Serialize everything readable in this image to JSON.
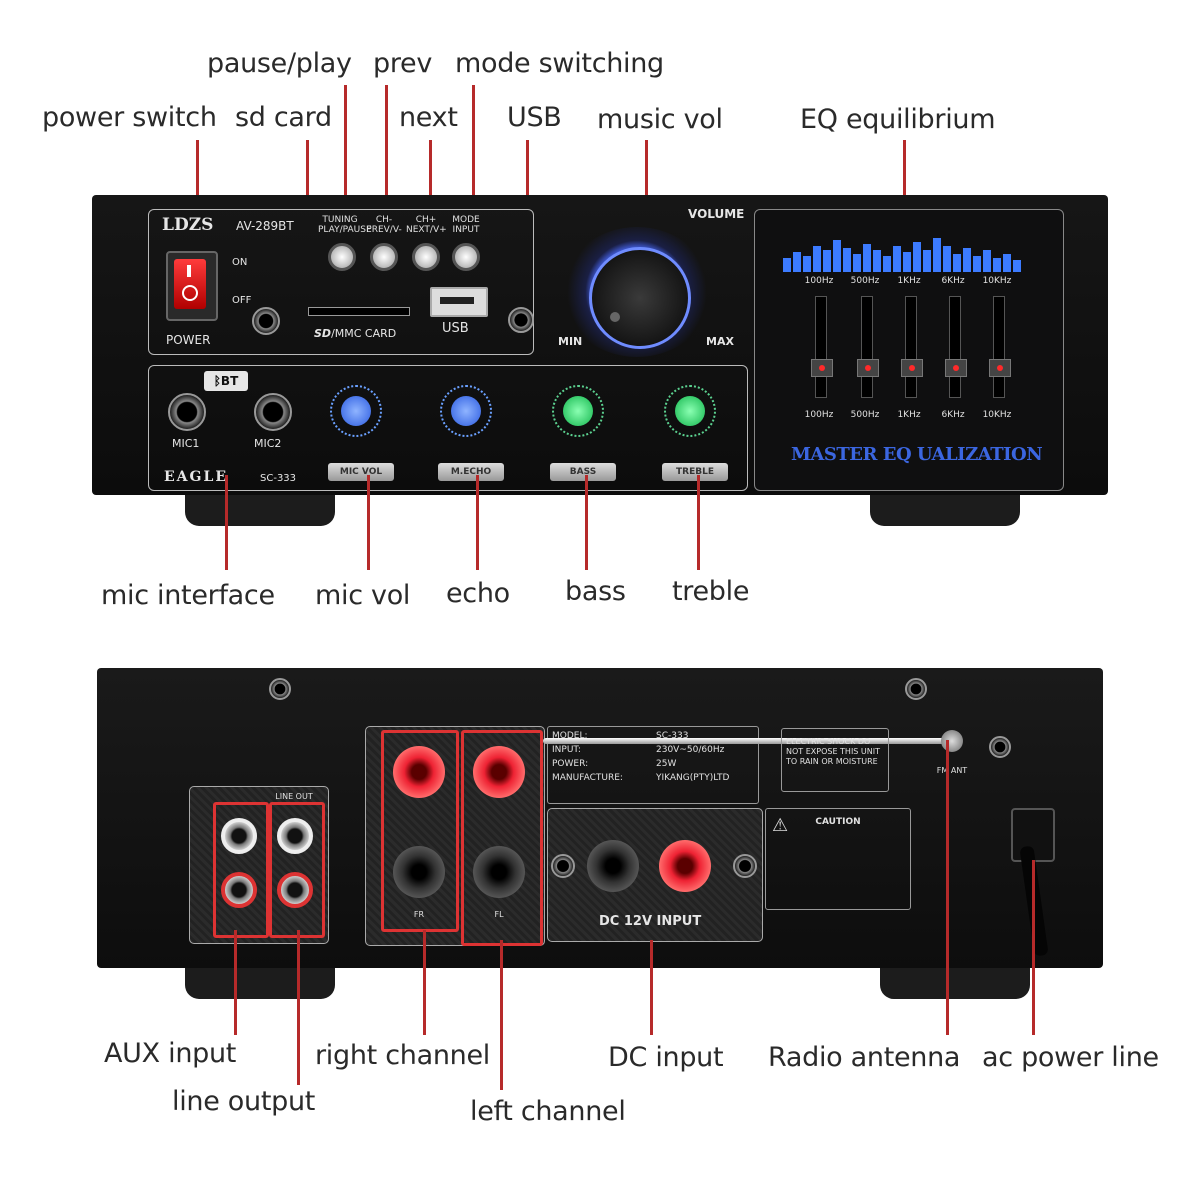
{
  "top_callouts": {
    "pause_play": "pause/play",
    "prev": "prev",
    "mode_switching": "mode switching",
    "power_switch": "power switch",
    "sd_card": "sd card",
    "next": "next",
    "usb": "USB",
    "music_vol": "music vol",
    "eq_equilibrium": "EQ equilibrium"
  },
  "mid_callouts": {
    "mic_interface": "mic interface",
    "mic_vol": "mic vol",
    "echo": "echo",
    "bass": "bass",
    "treble": "treble"
  },
  "bottom_callouts": {
    "aux_input": "AUX input",
    "line_output": "line output",
    "right_channel": "right channel",
    "left_channel": "left channel",
    "dc_input": "DC input",
    "radio_antenna": "Radio antenna",
    "ac_power_line": "ac power line"
  },
  "front_panel": {
    "brand": "LDZS",
    "model": "AV-289BT",
    "on": "ON",
    "off": "OFF",
    "power": "POWER",
    "sd_mmc": "/MMC CARD",
    "usb": "USB",
    "volume": "VOLUME",
    "min": "MIN",
    "max": "MAX",
    "bt": "BT",
    "mic1": "MIC1",
    "mic2": "MIC2",
    "eagle": "EAGLE",
    "eagle_model": "SC-333",
    "mic_vol": "MIC VOL",
    "m_echo": "M.ECHO",
    "bass": "BASS",
    "treble": "TREBLE",
    "btn_labels": [
      "TUNING PLAY/PAUSE",
      "CH- PREV/V-",
      "CH+ NEXT/V+",
      "MODE INPUT"
    ],
    "eq_freqs": [
      "100Hz",
      "500Hz",
      "1KHz",
      "6KHz",
      "10KHz"
    ],
    "master_eq": "MASTER EQ UALIZATION"
  },
  "rear_panel": {
    "model_label": "MODEL:",
    "model_value": "SC-333",
    "input_label": "INPUT:",
    "input_value": "230V~50/60Hz",
    "power_label": "POWER:",
    "power_value": "25W",
    "manufacture_label": "MANUFACTURE:",
    "manufacture_value": "YIKANG(PTY)LTD",
    "warning": "ELECTRIC SHOCK DO NOT EXPOSE THIS UNIT TO RAIN OR MOISTURE",
    "caution": "CAUTION",
    "dc_input": "DC 12V INPUT",
    "fr": "FR",
    "fl": "FL",
    "line_out": "LINE OUT",
    "fm_ant": "FM ANT"
  }
}
